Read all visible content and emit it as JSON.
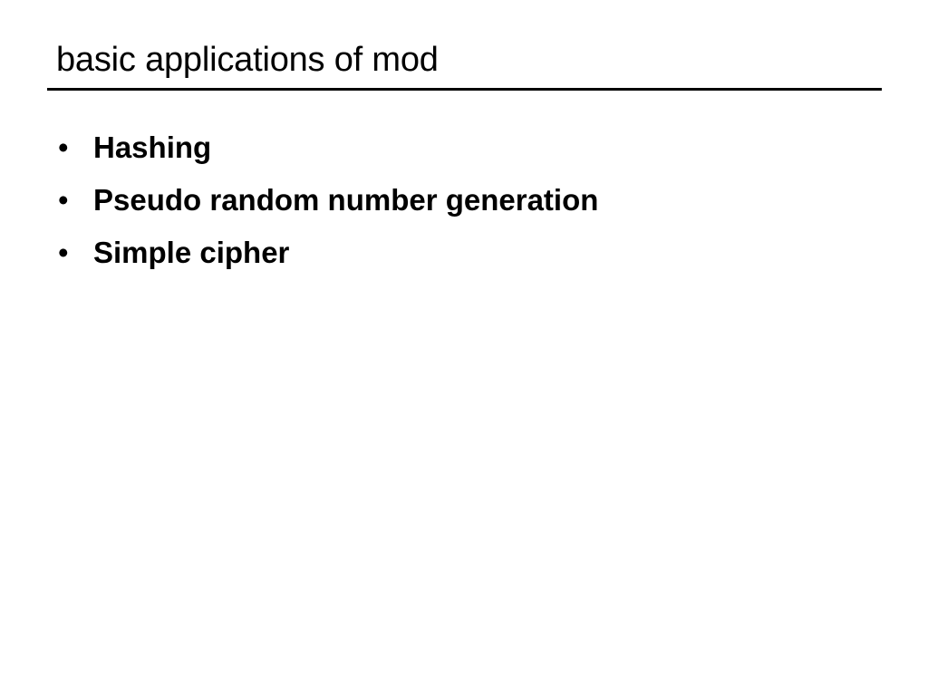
{
  "slide": {
    "title": "basic applications of mod",
    "bullets": [
      {
        "marker": "•",
        "text": "Hashing"
      },
      {
        "marker": "•",
        "text": "Pseudo random number generation"
      },
      {
        "marker": "•",
        "text": "Simple cipher"
      }
    ]
  },
  "colors": {
    "background": "#ffffff",
    "text": "#000000",
    "rule": "#000000"
  }
}
